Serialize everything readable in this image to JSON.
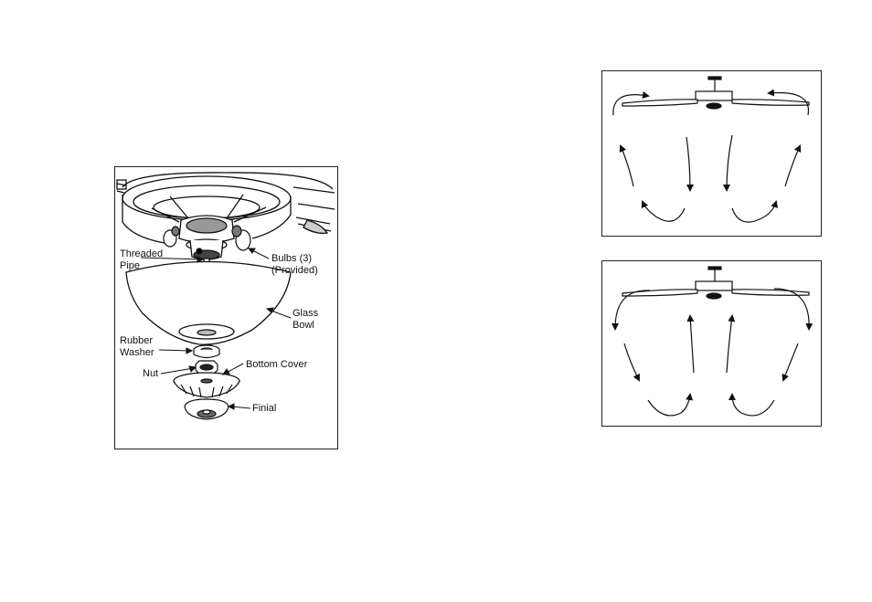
{
  "light_kit_diagram": {
    "labels": {
      "threaded_pipe_1": "Threaded",
      "threaded_pipe_2": "Pipe",
      "bulbs_1": "Bulbs (3)",
      "bulbs_2": "(Provided)",
      "glass_bowl_1": "Glass",
      "glass_bowl_2": "Bowl",
      "rubber_washer_1": "Rubber",
      "rubber_washer_2": "Washer",
      "nut": "Nut",
      "bottom_cover": "Bottom Cover",
      "finial": "Finial"
    }
  },
  "airflow_diagrams": {
    "top": {
      "direction": "downdraft"
    },
    "bottom": {
      "direction": "updraft"
    }
  }
}
